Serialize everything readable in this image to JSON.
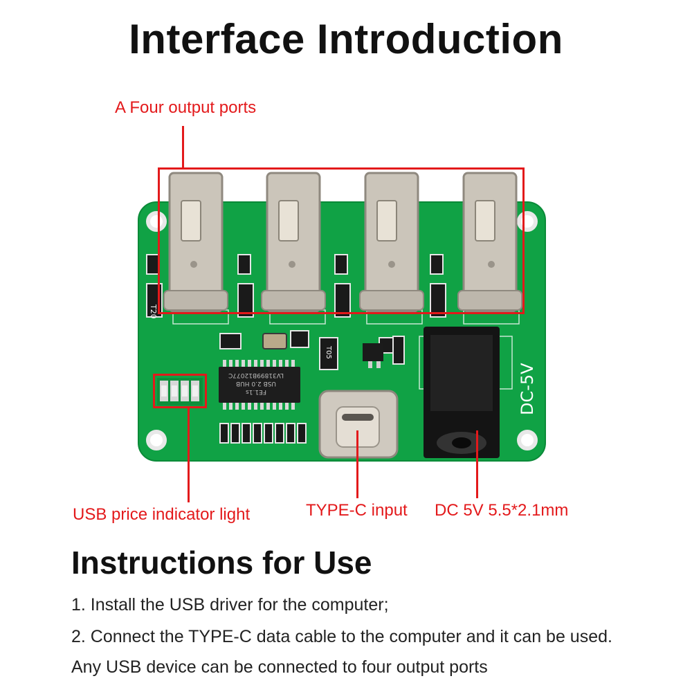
{
  "title": "Interface Introduction",
  "callouts": {
    "ports": "A Four output ports",
    "led": "USB price indicator light",
    "typec": "TYPE-C input",
    "dc": "DC 5V 5.5*2.1mm"
  },
  "board_marks": {
    "chip_line1": "FE1.1s",
    "chip_line2": "USB 2.0 HUB",
    "chip_line3": "LV31899B12077C",
    "dc_label": "DC-5V",
    "fuse_label": "T20",
    "fuse_label_small": "T05"
  },
  "instructions": {
    "heading": "Instructions for Use",
    "steps": [
      "1. Install the USB driver for the computer;",
      "2. Connect the TYPE-C data cable to the computer and it can be used. Any USB device can be connected to four output ports"
    ]
  },
  "colors": {
    "accent": "#e3191b",
    "pcb": "#0fa043",
    "metal": "#c9c3b8"
  }
}
